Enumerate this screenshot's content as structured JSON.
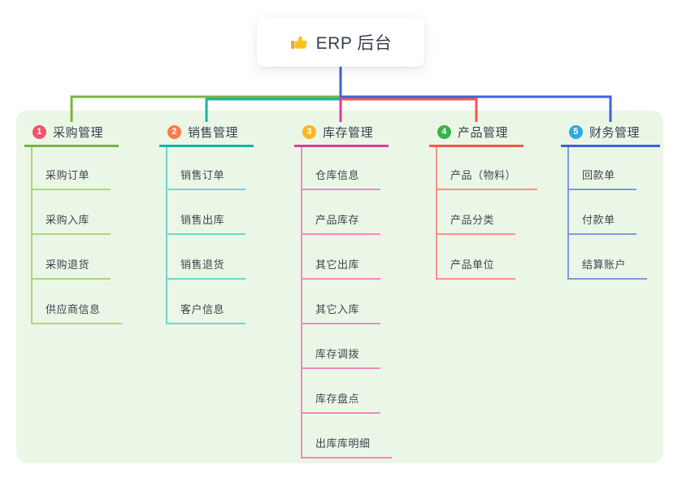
{
  "root": {
    "title": "ERP 后台",
    "icon": "thumbs-up-icon",
    "stem_color": "#4161D8"
  },
  "panel_color": "#EBF7E6",
  "branches": [
    {
      "num": "1",
      "label": "采购管理",
      "badge_color": "#F4526B",
      "line_color": "#7CB342",
      "child_line_color": "#AED581",
      "children": [
        "采购订单",
        "采购入库",
        "采购退货",
        "供应商信息"
      ]
    },
    {
      "num": "2",
      "label": "销售管理",
      "badge_color": "#FA7B4C",
      "line_color": "#17B3AB",
      "child_line_color": "#72D6CE",
      "children": [
        "销售订单",
        "销售出库",
        "销售退货",
        "客户信息"
      ]
    },
    {
      "num": "3",
      "label": "库存管理",
      "badge_color": "#FBB51F",
      "line_color": "#DE3D96",
      "child_line_color": "#F387C0",
      "children": [
        "仓库信息",
        "产品库存",
        "其它出库",
        "其它入库",
        "库存调拨",
        "库存盘点",
        "出库库明细"
      ]
    },
    {
      "num": "4",
      "label": "产品管理",
      "badge_color": "#36B34A",
      "line_color": "#F5564B",
      "child_line_color": "#F9928B",
      "children": [
        "产品（物料）",
        "产品分类",
        "产品单位"
      ]
    },
    {
      "num": "5",
      "label": "财务管理",
      "badge_color": "#2EAAE1",
      "line_color": "#4161D8",
      "child_line_color": "#8298E0",
      "children": [
        "回款单",
        "付款单",
        "结算账户"
      ]
    }
  ]
}
